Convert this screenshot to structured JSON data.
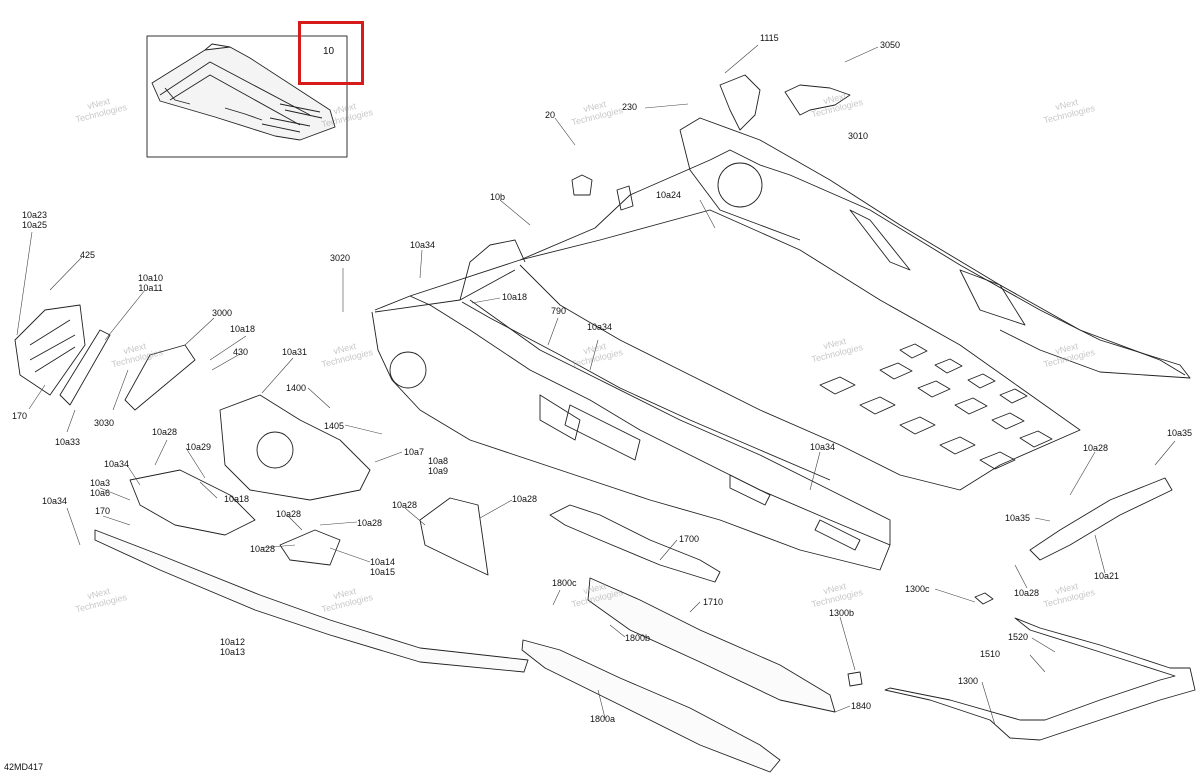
{
  "diagram": {
    "highlight_label": "10",
    "drawing_code": "42MD417",
    "watermark_line1": "vNext",
    "watermark_line2": "Technologies",
    "callouts": [
      {
        "id": "c1115",
        "text": "1115"
      },
      {
        "id": "c3050",
        "text": "3050"
      },
      {
        "id": "c230",
        "text": "230"
      },
      {
        "id": "c3010",
        "text": "3010"
      },
      {
        "id": "c20",
        "text": "20"
      },
      {
        "id": "c10b",
        "text": "10b"
      },
      {
        "id": "c10a24",
        "text": "10a24"
      },
      {
        "id": "c10a23",
        "text": "10a23\n10a25"
      },
      {
        "id": "c425",
        "text": "425"
      },
      {
        "id": "c10a10",
        "text": "10a10\n10a11"
      },
      {
        "id": "c3000",
        "text": "3000"
      },
      {
        "id": "c10a18a",
        "text": "10a18"
      },
      {
        "id": "c430",
        "text": "430"
      },
      {
        "id": "c170a",
        "text": "170"
      },
      {
        "id": "c10a33",
        "text": "10a33"
      },
      {
        "id": "c3030",
        "text": "3030"
      },
      {
        "id": "c3020",
        "text": "3020"
      },
      {
        "id": "c10a34a",
        "text": "10a34"
      },
      {
        "id": "c10a18b",
        "text": "10a18"
      },
      {
        "id": "c790",
        "text": "790"
      },
      {
        "id": "c10a34b",
        "text": "10a34"
      },
      {
        "id": "c10a31",
        "text": "10a31"
      },
      {
        "id": "c1400",
        "text": "1400"
      },
      {
        "id": "c1405",
        "text": "1405"
      },
      {
        "id": "c10a7",
        "text": "10a7"
      },
      {
        "id": "c10a8",
        "text": "10a8\n10a9"
      },
      {
        "id": "c10a28a",
        "text": "10a28"
      },
      {
        "id": "c10a29",
        "text": "10a29"
      },
      {
        "id": "c10a34c",
        "text": "10a34"
      },
      {
        "id": "c10a3",
        "text": "10a3\n10a6"
      },
      {
        "id": "c10a18c",
        "text": "10a18"
      },
      {
        "id": "c10a34d",
        "text": "10a34"
      },
      {
        "id": "c170b",
        "text": "170"
      },
      {
        "id": "c10a28b",
        "text": "10a28"
      },
      {
        "id": "c10a28c",
        "text": "10a28"
      },
      {
        "id": "c10a28d",
        "text": "10a28"
      },
      {
        "id": "c10a14",
        "text": "10a14\n10a15"
      },
      {
        "id": "c10a28e",
        "text": "10a28"
      },
      {
        "id": "c10a28f",
        "text": "10a28"
      },
      {
        "id": "c10a34e",
        "text": "10a34"
      },
      {
        "id": "c1700",
        "text": "1700"
      },
      {
        "id": "c1710",
        "text": "1710"
      },
      {
        "id": "c1800c",
        "text": "1800c"
      },
      {
        "id": "c1800b",
        "text": "1800b"
      },
      {
        "id": "c1800a",
        "text": "1800a"
      },
      {
        "id": "c10a12",
        "text": "10a12\n10a13"
      },
      {
        "id": "c1300c",
        "text": "1300c"
      },
      {
        "id": "c1300b",
        "text": "1300b"
      },
      {
        "id": "c1840",
        "text": "1840"
      },
      {
        "id": "c1520",
        "text": "1520"
      },
      {
        "id": "c1510",
        "text": "1510"
      },
      {
        "id": "c1300",
        "text": "1300"
      },
      {
        "id": "c10a35a",
        "text": "10a35"
      },
      {
        "id": "c10a28g",
        "text": "10a28"
      },
      {
        "id": "c10a35b",
        "text": "10a35"
      },
      {
        "id": "c10a28h",
        "text": "10a28"
      },
      {
        "id": "c10a21",
        "text": "10a21"
      }
    ]
  }
}
